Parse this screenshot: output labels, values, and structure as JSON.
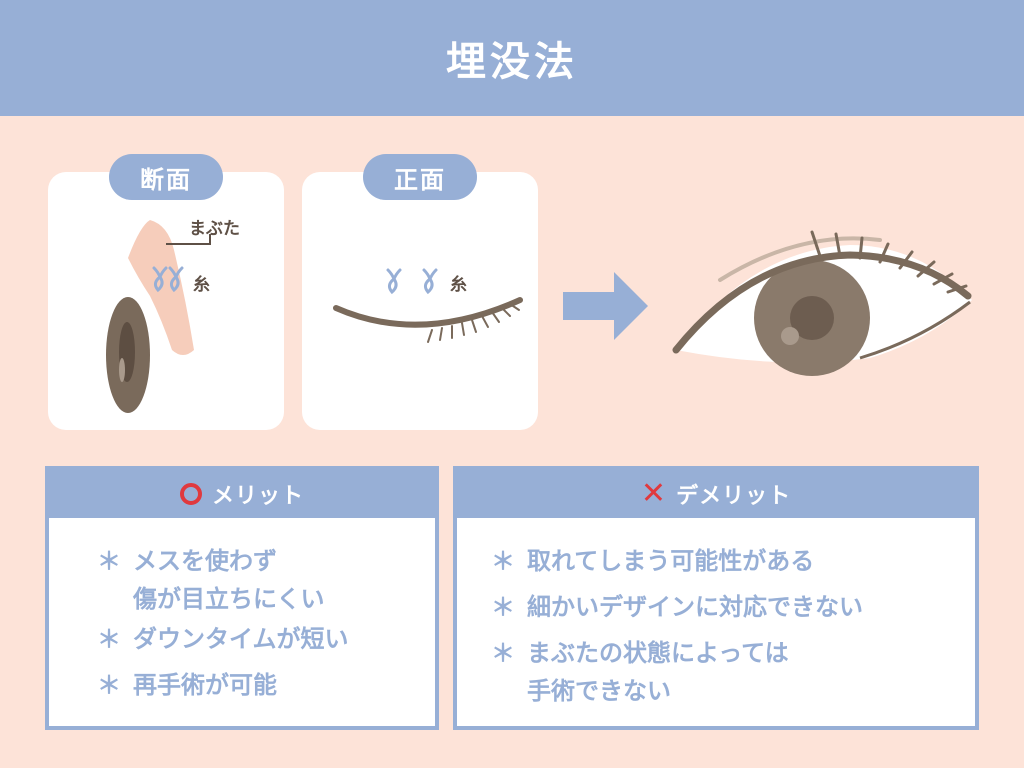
{
  "title": "埋没法",
  "panels": {
    "cross_section_label": "断面",
    "front_label": "正面",
    "eyelid_label": "まぶた",
    "thread_label_1": "糸",
    "thread_label_2": "糸"
  },
  "merit": {
    "heading": "メリット",
    "mark": "circle-icon",
    "items": [
      {
        "lines": [
          "メスを使わず",
          "傷が目立ちにくい"
        ]
      },
      {
        "lines": [
          "ダウンタイムが短い"
        ]
      },
      {
        "lines": [
          "再手術が可能"
        ]
      }
    ]
  },
  "demerit": {
    "heading": "デメリット",
    "mark": "cross-icon",
    "items": [
      {
        "lines": [
          "取れてしまう可能性がある"
        ]
      },
      {
        "lines": [
          "細かいデザインに対応できない"
        ]
      },
      {
        "lines": [
          "まぶたの状態によっては",
          "手術できない"
        ]
      }
    ]
  },
  "bullet": "＊",
  "colors": {
    "header_bg": "#97afd6",
    "page_bg": "#fde3d8",
    "text_blue": "#97afd6",
    "mark_red": "#e0393e",
    "eye_brown": "#7a6a5b"
  }
}
